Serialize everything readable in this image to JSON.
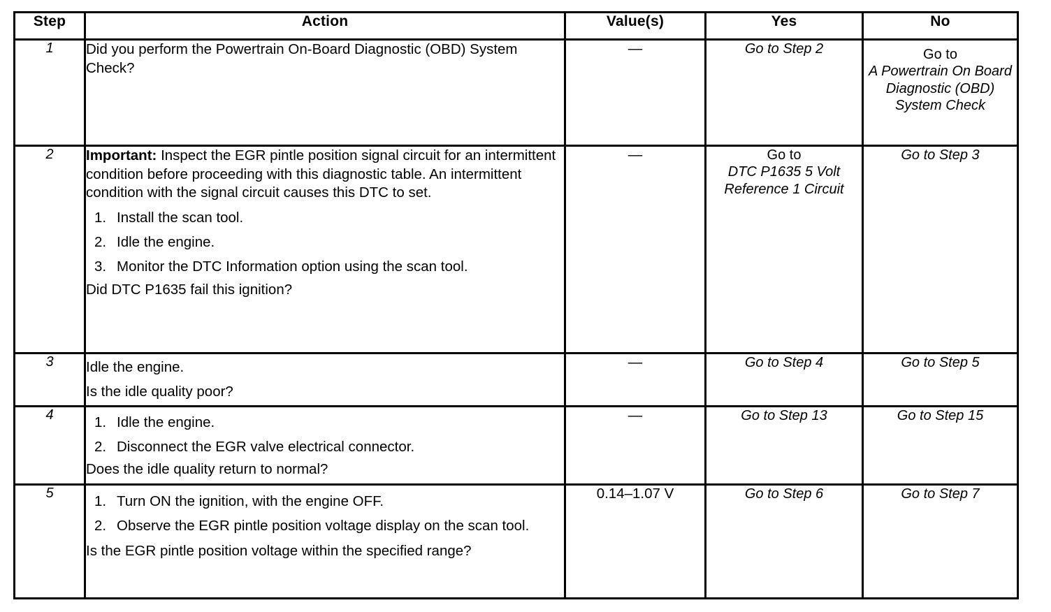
{
  "table": {
    "headers": [
      "Step",
      "Action",
      "Value(s)",
      "Yes",
      "No"
    ],
    "rows": [
      {
        "step": "1",
        "action": {
          "paragraphs": [
            "Did you perform the Powertrain On-Board Diagnostic (OBD) System Check?"
          ],
          "list": [],
          "question": ""
        },
        "value": "—",
        "yes": {
          "lead": "",
          "target": "Go to Step 2"
        },
        "no": {
          "lead": "Go to",
          "target": "A Powertrain On Board Diagnostic (OBD) System Check"
        }
      },
      {
        "step": "2",
        "action": {
          "important_label": "Important:",
          "paragraphs": [
            "Inspect the EGR pintle position signal circuit for an intermittent condition before proceeding with this diagnostic table. An intermittent condition with the signal circuit causes this DTC to set."
          ],
          "list": [
            {
              "num": "1.",
              "text": "Install the scan tool."
            },
            {
              "num": "2.",
              "text": "Idle the engine."
            },
            {
              "num": "3.",
              "text": "Monitor the DTC Information option using the scan tool."
            }
          ],
          "question": "Did DTC P1635 fail this ignition?"
        },
        "value": "—",
        "yes": {
          "lead": "Go to",
          "target": "DTC P1635 5 Volt Reference 1 Circuit"
        },
        "no": {
          "lead": "",
          "target": "Go to Step 3"
        }
      },
      {
        "step": "3",
        "action": {
          "paragraphs": [
            "Idle the engine."
          ],
          "list": [],
          "question": "Is the idle quality poor?"
        },
        "value": "—",
        "yes": {
          "lead": "",
          "target": "Go to Step 4"
        },
        "no": {
          "lead": "",
          "target": "Go to Step 5"
        }
      },
      {
        "step": "4",
        "action": {
          "paragraphs": [],
          "list": [
            {
              "num": "1.",
              "text": "Idle the engine."
            },
            {
              "num": "2.",
              "text": "Disconnect the EGR valve electrical connector."
            }
          ],
          "question": "Does the idle quality return to normal?"
        },
        "value": "—",
        "yes": {
          "lead": "",
          "target": "Go to Step 13"
        },
        "no": {
          "lead": "",
          "target": "Go to Step 15"
        }
      },
      {
        "step": "5",
        "action": {
          "paragraphs": [],
          "list": [
            {
              "num": "1.",
              "text": "Turn ON the ignition, with the engine OFF."
            },
            {
              "num": "2.",
              "text": "Observe the EGR pintle position voltage display on the scan tool."
            }
          ],
          "question": "Is the EGR pintle position voltage within the specified range?"
        },
        "value": "0.14–1.07 V",
        "yes": {
          "lead": "",
          "target": "Go to Step 6"
        },
        "no": {
          "lead": "",
          "target": "Go to Step 7"
        }
      }
    ]
  }
}
